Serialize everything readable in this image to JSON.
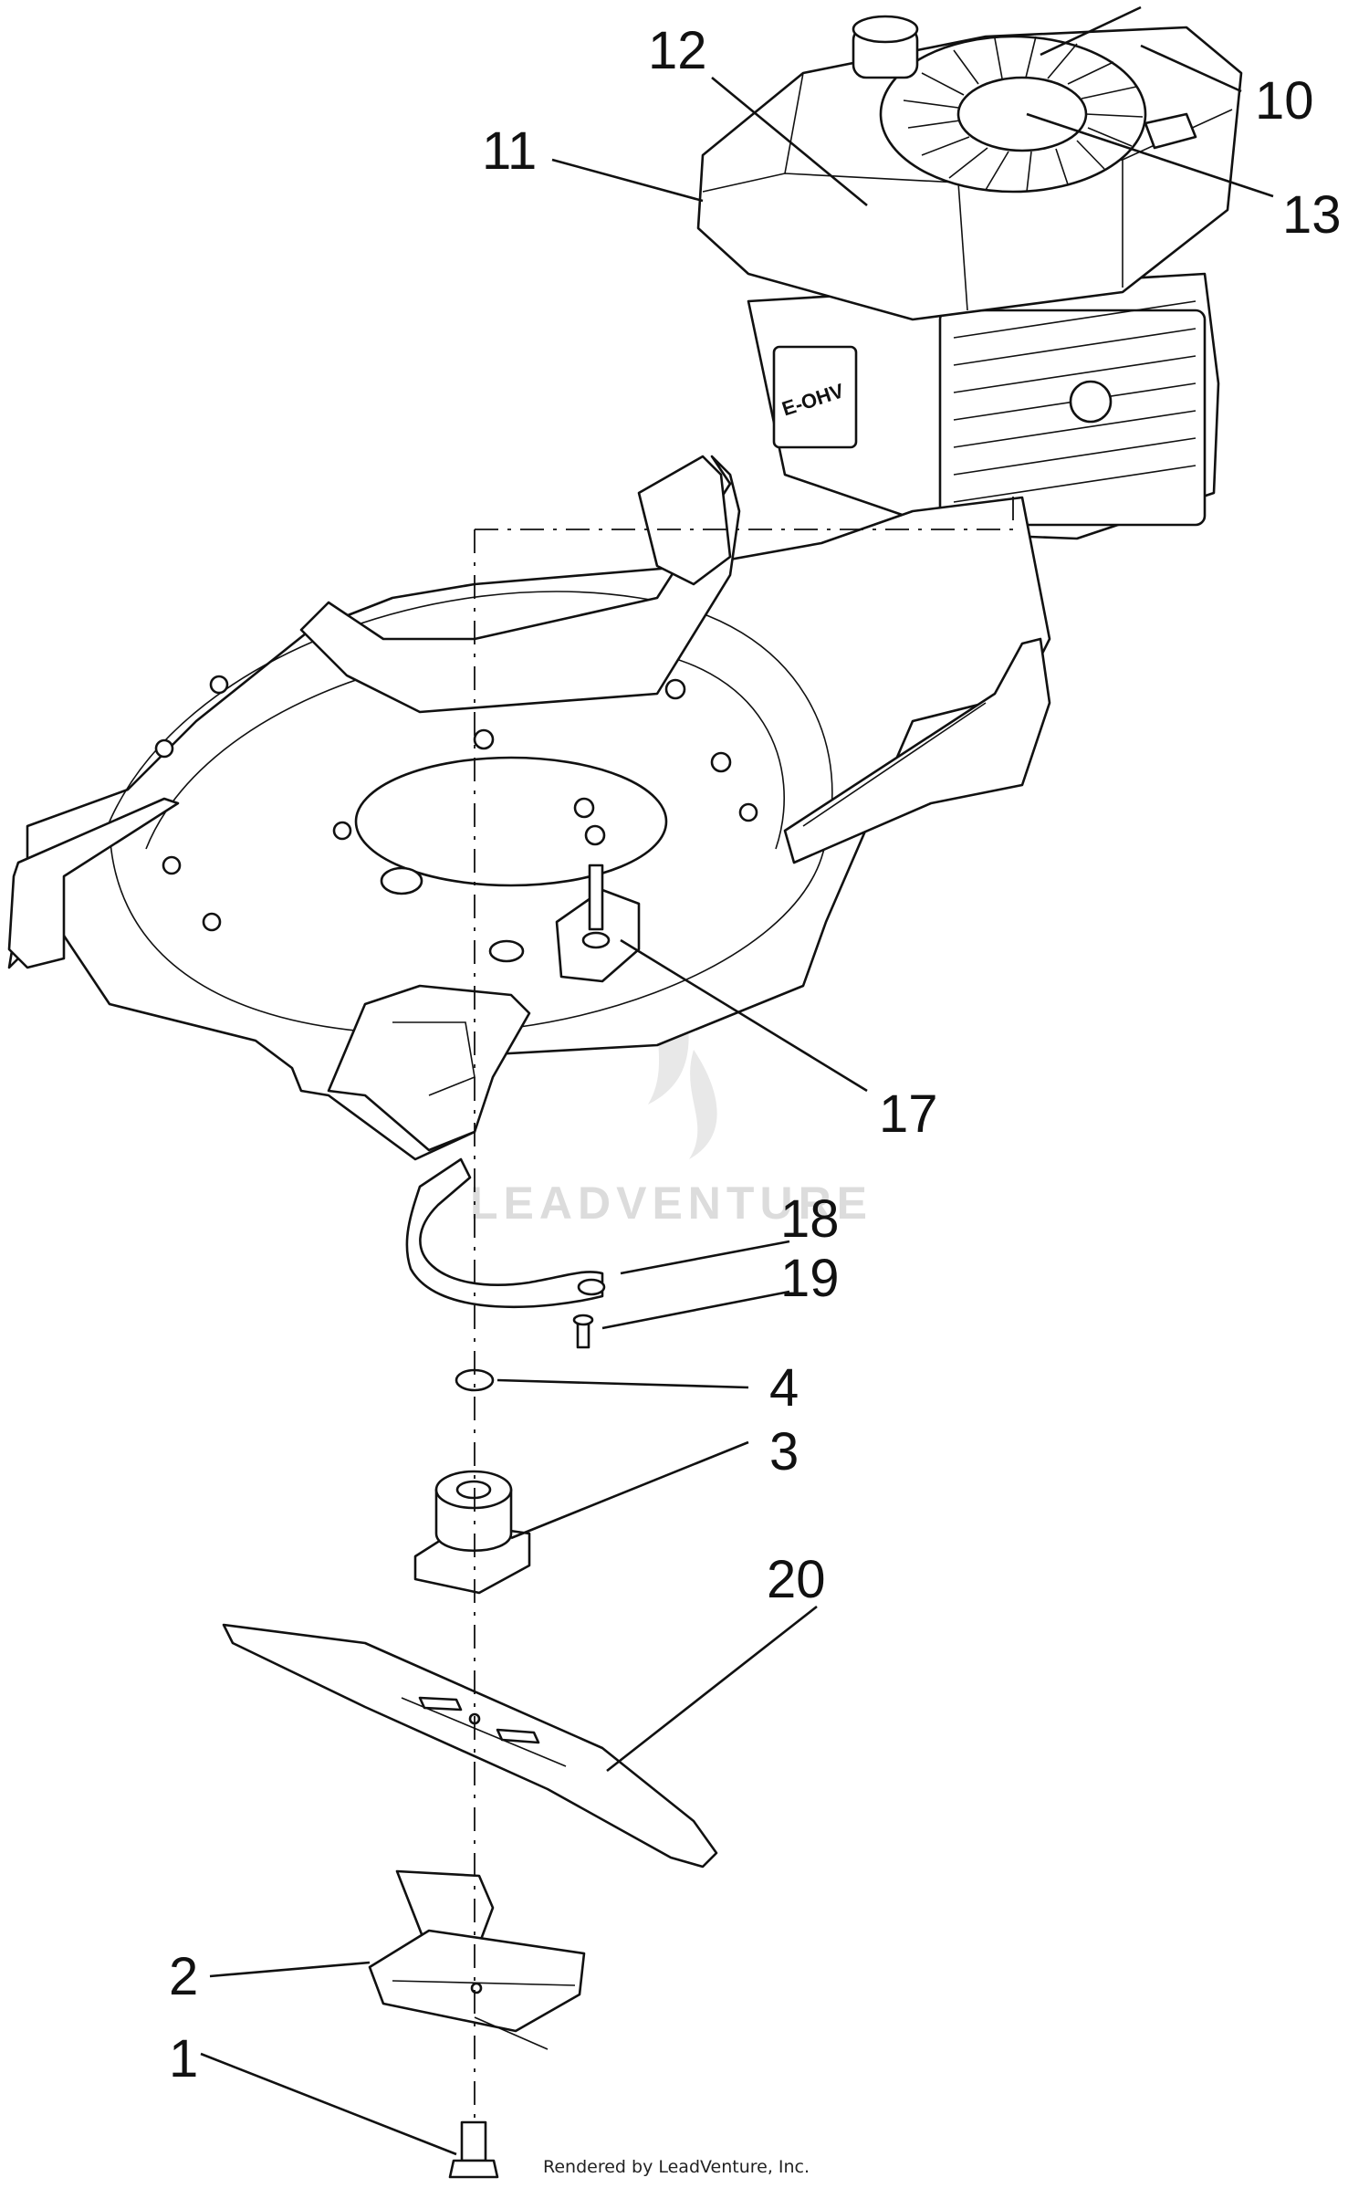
{
  "diagram": {
    "callouts": [
      {
        "id": "c1",
        "text": "1"
      },
      {
        "id": "c2",
        "text": "2"
      },
      {
        "id": "c3",
        "text": "3"
      },
      {
        "id": "c4",
        "text": "4"
      },
      {
        "id": "c10",
        "text": "10"
      },
      {
        "id": "c11",
        "text": "11"
      },
      {
        "id": "c12",
        "text": "12"
      },
      {
        "id": "c13",
        "text": "13"
      },
      {
        "id": "c17",
        "text": "17"
      },
      {
        "id": "c18",
        "text": "18"
      },
      {
        "id": "c19",
        "text": "19"
      },
      {
        "id": "c20",
        "text": "20"
      }
    ],
    "engine_badge": "E-OHV",
    "watermark": "LEADVENTURE",
    "credit": "Rendered by LeadVenture, Inc."
  }
}
